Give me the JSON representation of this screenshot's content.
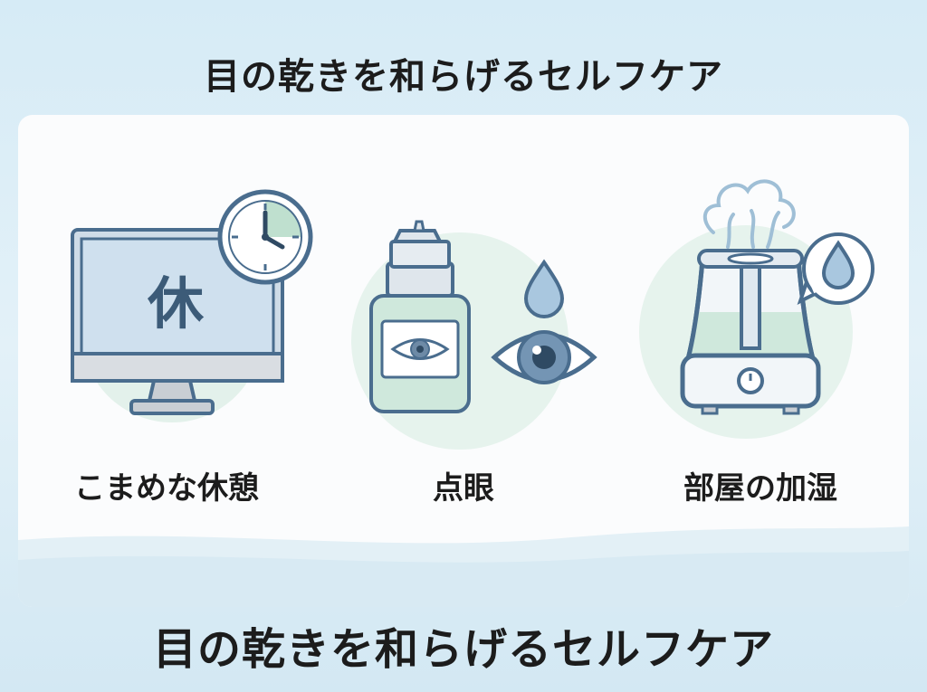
{
  "header": {
    "title": "目の乾きを和らげるセルフケア"
  },
  "footer": {
    "title": "目の乾きを和らげるセルフケア"
  },
  "items": [
    {
      "label": "こまめな休憩",
      "screen_text": "休",
      "icon": "monitor-clock-icon"
    },
    {
      "label": "点眼",
      "icon": "eye-drops-icon"
    },
    {
      "label": "部屋の加湿",
      "icon": "humidifier-icon"
    }
  ],
  "colors": {
    "accent_blue": "#4a6d8e",
    "screen_blue": "#cfe0ee",
    "mint": "#cfe7dc",
    "text": "#1c1c1c"
  }
}
